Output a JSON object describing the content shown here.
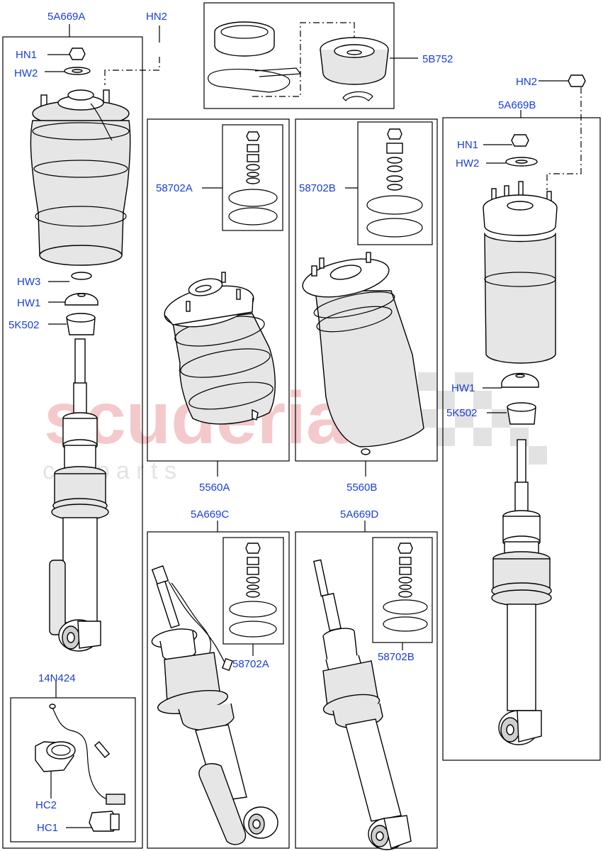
{
  "watermark": {
    "brand": "scuderia",
    "tagline": "c a r   p a r t s"
  },
  "labels": {
    "assy_front_left": "5A669A",
    "assy_front_right": "5A669B",
    "assy_rear_left": "5A669C",
    "assy_rear_right": "5A669D",
    "top_mount_kit": "5B752",
    "air_spring_left": "5560A",
    "air_spring_right": "5560B",
    "seal_kit_a_1": "58702A",
    "seal_kit_b_1": "58702B",
    "seal_kit_a_2": "58702A",
    "seal_kit_b_2": "58702B",
    "height_sensor": "14N424",
    "hn2_left": "HN2",
    "hn2_right": "HN2",
    "hn1_left": "HN1",
    "hn1_right": "HN1",
    "hw2_left": "HW2",
    "hw2_right": "HW2",
    "hw3": "HW3",
    "hw1_left": "HW1",
    "hw1_right": "HW1",
    "bump_stop_left": "5K502",
    "bump_stop_right": "5K502",
    "hc2": "HC2",
    "hc1": "HC1"
  },
  "colors": {
    "callout_text": "#1a3fd6",
    "line_art": "#000000",
    "watermark": "#f4c9cc"
  }
}
